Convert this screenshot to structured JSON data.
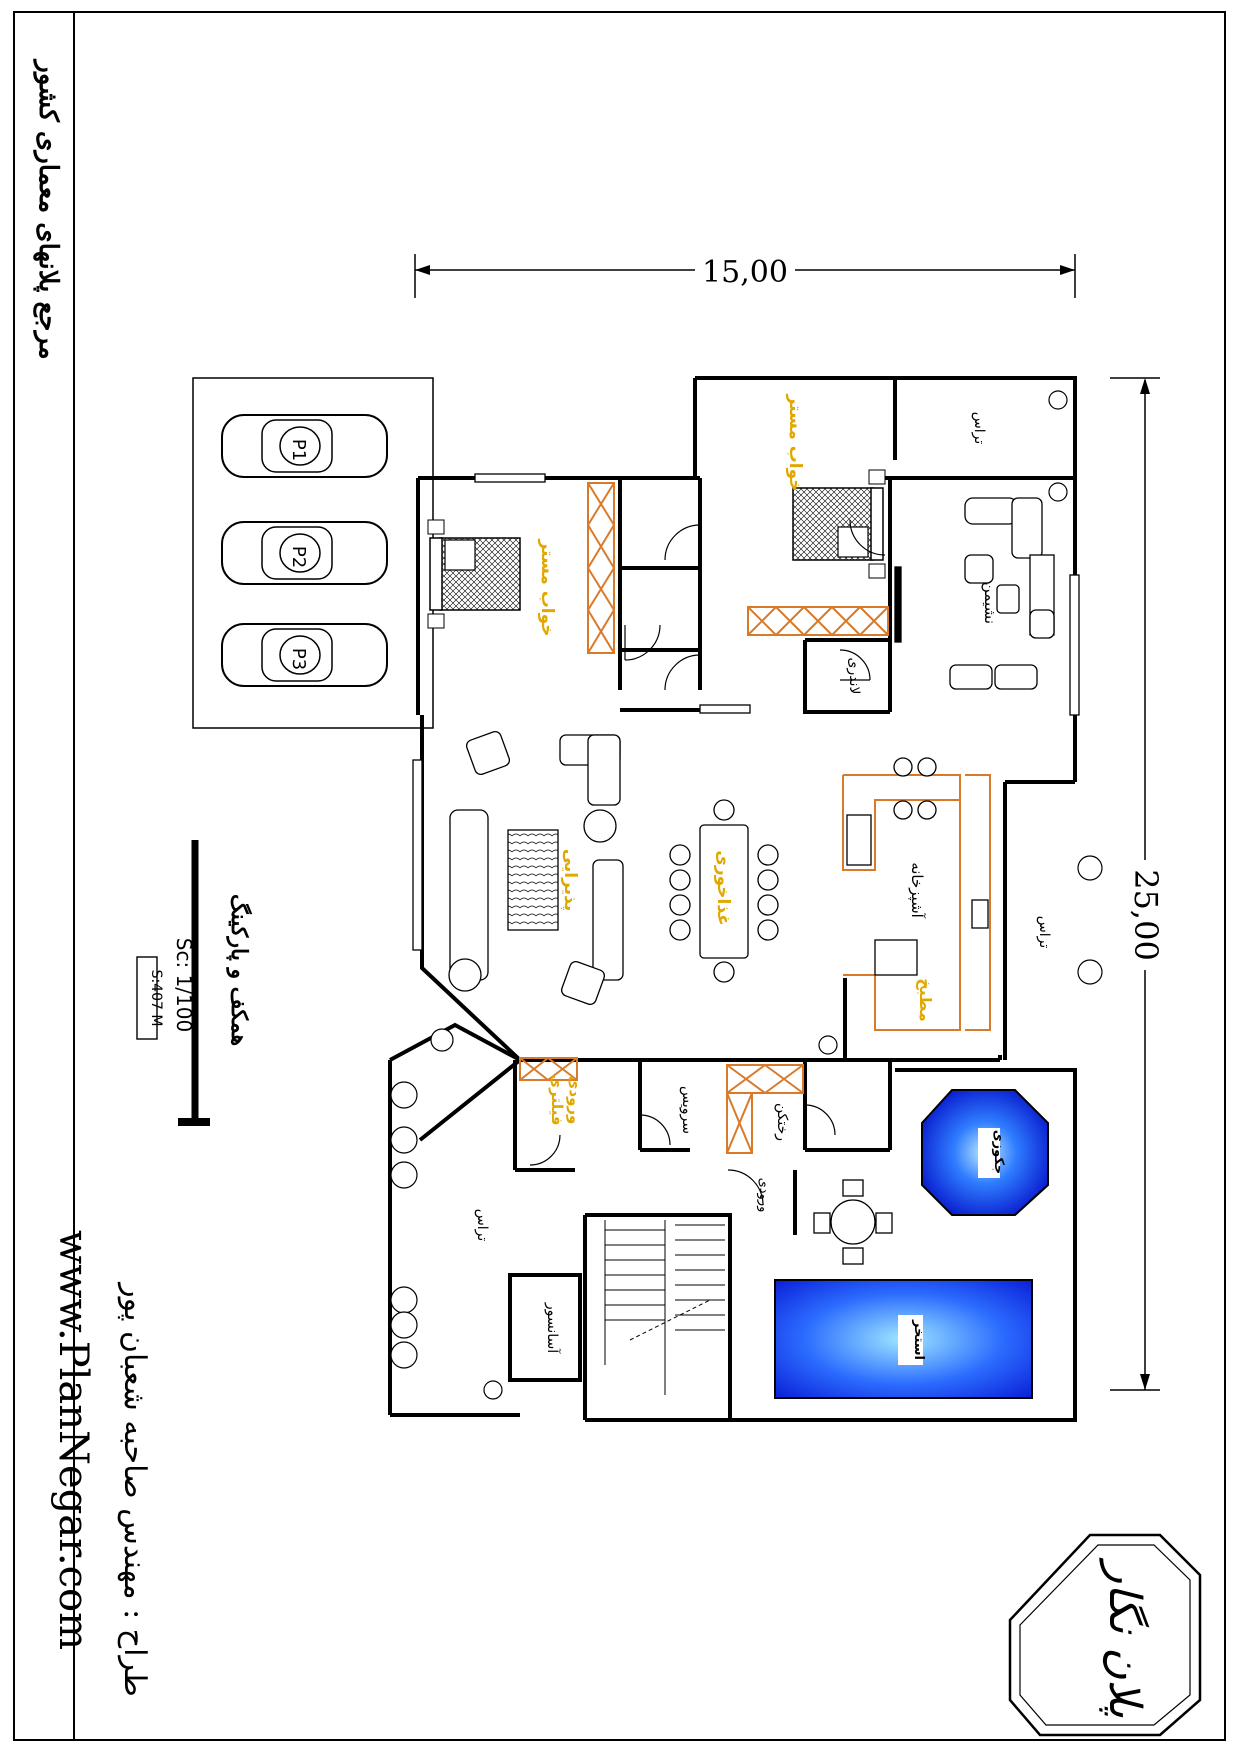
{
  "header": {
    "reference_title": "مرجع پلانهای معماری کشور",
    "website": "www.PlanNegar.com",
    "designer": "طراح : مهندس صاحبه شعبان پور"
  },
  "plan_info": {
    "title": "همکف و پارکینگ",
    "scale": "Sc: 1/100",
    "area": "S:407 M"
  },
  "dimensions": {
    "width": "15,00",
    "length": "25,00"
  },
  "rooms": {
    "master_bed_1": "خواب مستر",
    "master_bed_2": "خواب مستر",
    "laundry": "لاندری",
    "living": "نشیمن",
    "terrace_top": "تراس",
    "terrace_right": "تراس",
    "terrace_lower": "تراس",
    "kitchen_label": "آشپزخانه",
    "kitchen_orange": "مطبخ",
    "dining": "غذاخوری",
    "reception": "پذیرایی",
    "entrance_lobby": "ورودی",
    "cloak": "فیلتری",
    "service_wc": "سرویس",
    "changing": "رختکن",
    "entrance": "ورودی",
    "elevator": "آسانسور",
    "jacuzzi": "جکوزی",
    "pool": "استخر"
  },
  "parking": {
    "spots": [
      "P1",
      "P2",
      "P3"
    ]
  },
  "logo": {
    "text": "پلان نگار"
  },
  "colors": {
    "wall": "#000000",
    "cabinet": "#d97a2b",
    "label_gold": "#e0a800",
    "pool_blue": "#1a3df0",
    "jacuzzi_blue": "#1560ff"
  }
}
